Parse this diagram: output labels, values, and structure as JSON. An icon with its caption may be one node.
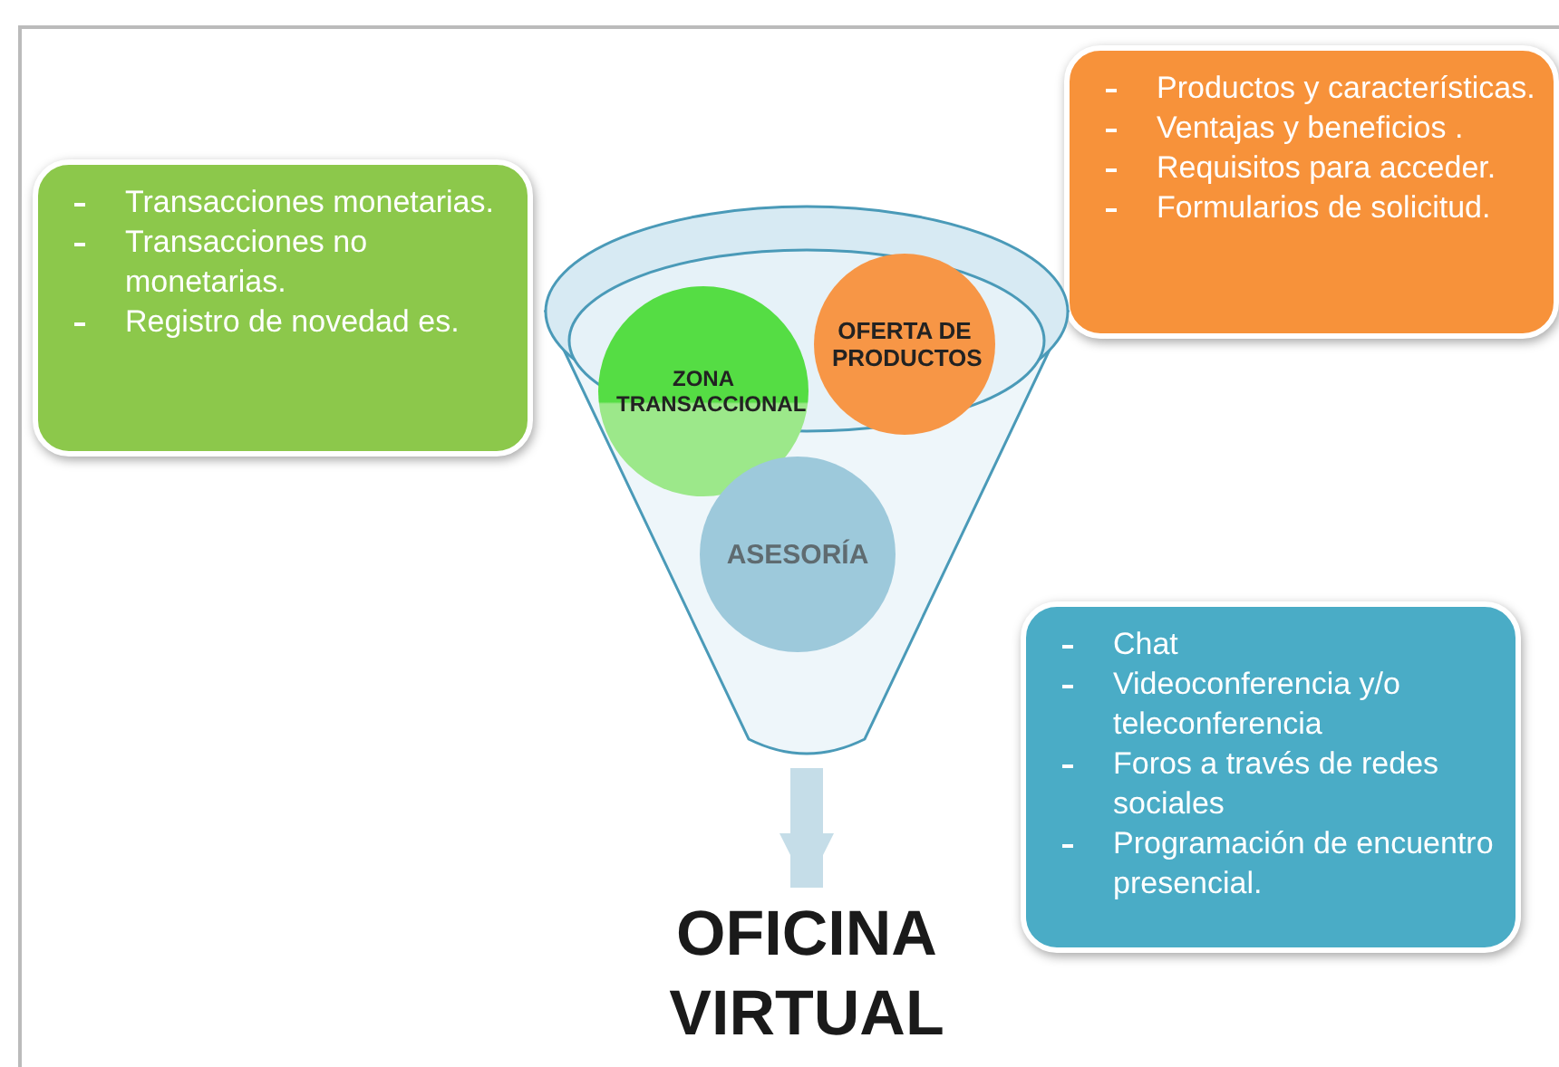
{
  "diagram": {
    "nodes": [
      {
        "text": [
          "Transacciones monetarias.",
          "Transacciones no monetarias.",
          "Registro de novedad es."
        ]
      },
      {
        "text": [
          "Productos  y características.",
          "Ventajas y beneficios .",
          "Requisitos para acceder.",
          "Formularios de solicitud."
        ]
      },
      {
        "text": [],
        "shape": "funnel"
      },
      {
        "text": [
          "ZONA TRANSACCIONAL"
        ],
        "in": 2
      },
      {
        "text": [
          "OFERTA DE PRODUCTOS"
        ]
      },
      {
        "text": [
          "ASESORÍA"
        ],
        "in": 2
      },
      {
        "text": [
          "Chat",
          "Videoconferencia y/o teleconferencia",
          "Foros a través de redes sociales",
          "Programación de encuentro presencial."
        ]
      },
      {
        "text": [
          "OFICINA VIRTUAL"
        ]
      }
    ],
    "edges": [
      {
        "from": 2,
        "to": 7,
        "arrow": "to"
      }
    ]
  }
}
